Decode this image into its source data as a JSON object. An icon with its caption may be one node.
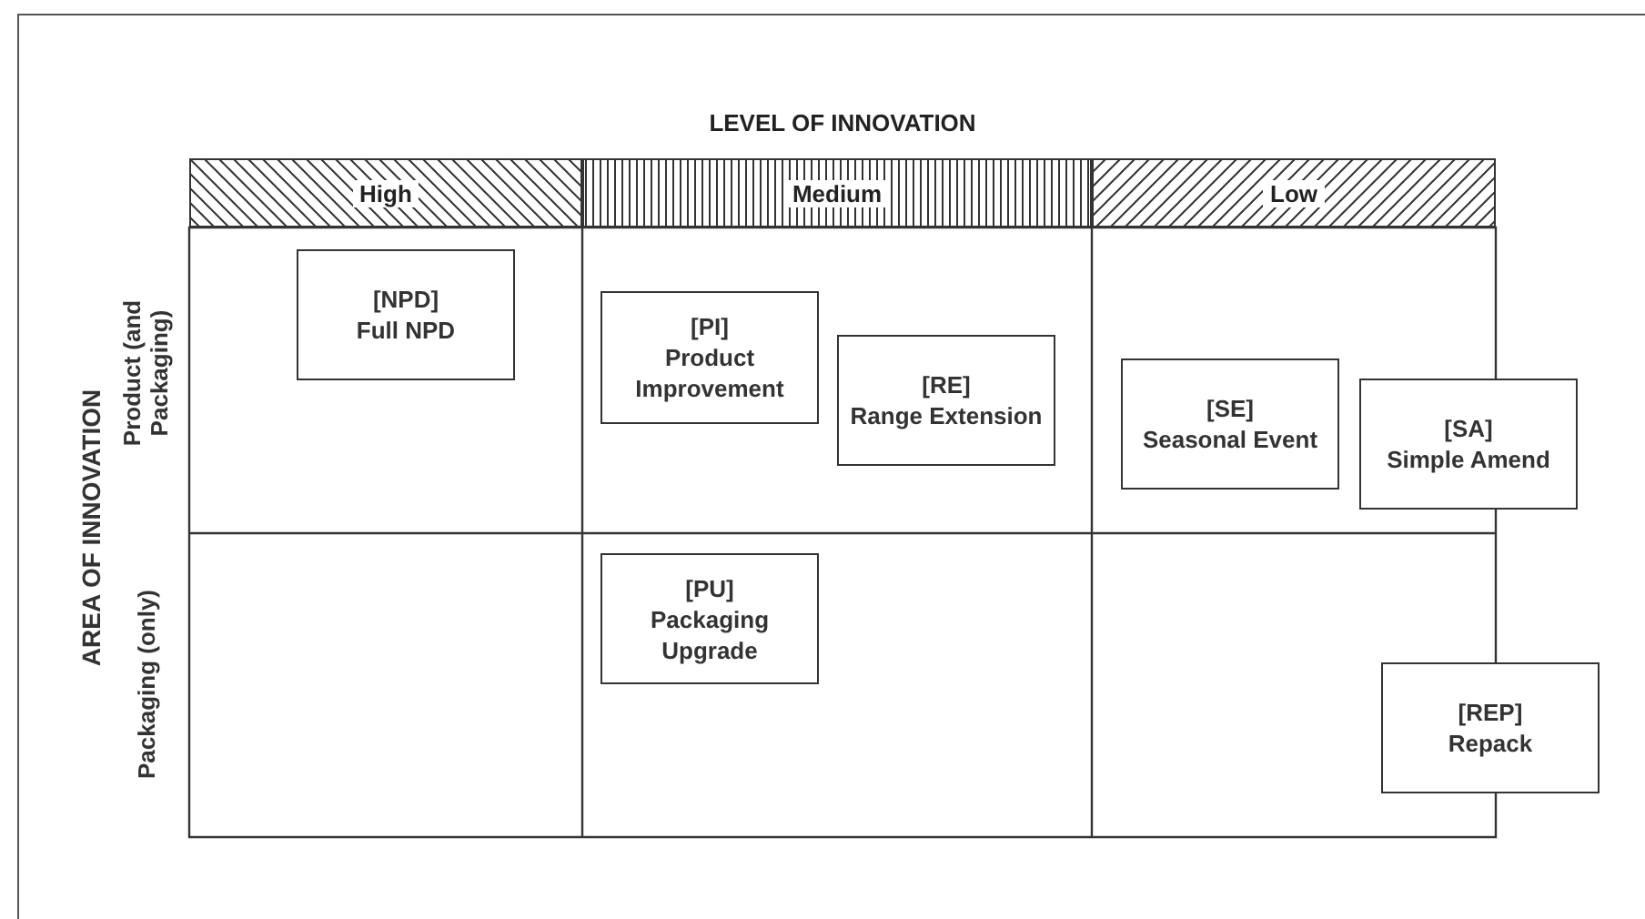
{
  "diagram": {
    "title": "LEVEL OF INNOVATION",
    "nodes": [
      {
        "text": [
          "High"
        ]
      },
      {
        "text": [
          "Medium"
        ]
      },
      {
        "text": [
          "Low"
        ]
      },
      {
        "text": [
          "[NPD]",
          "Full NPD"
        ]
      },
      {
        "text": [
          "[PI]",
          "Product Improvement"
        ]
      },
      {
        "text": [
          "[RE]",
          "Range Extension"
        ]
      },
      {
        "text": [
          "[SE]",
          "Seasonal Event"
        ]
      },
      {
        "text": [
          "[SA]",
          "Simple Amend"
        ]
      },
      {
        "text": [
          "[PU]",
          "Packaging Upgrade"
        ]
      },
      {
        "text": [
          "[REP]",
          "Repack"
        ]
      }
    ],
    "labels": [
      "AREA OF INNOVATION",
      "Product (and Packaging)",
      "Packaging (only)"
    ]
  }
}
